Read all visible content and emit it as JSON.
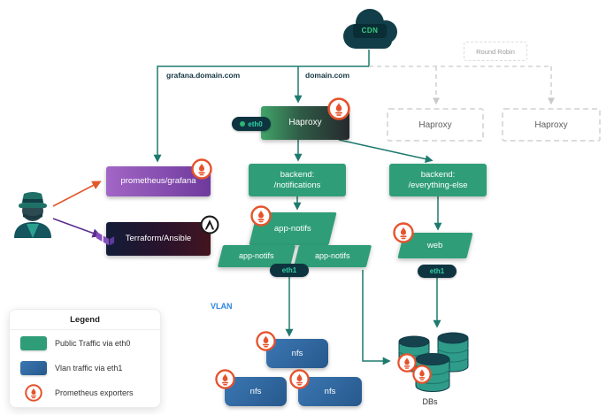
{
  "colors": {
    "public_traffic_green": "#2f9e78",
    "vlan_traffic_blue": "#2d6ca8",
    "prometheus_orange": "#e6522c",
    "arrow_teal": "#1e7a6e",
    "arrow_orange": "#e0592b",
    "arrow_purple": "#5b2d8e",
    "dashed_gray": "#c9c9c9",
    "purple_node": "#8a4fb3",
    "vlan_label_blue": "#2e86de",
    "cloud_dark_teal": "#113e48"
  },
  "cloud": {
    "label": "CDN"
  },
  "edge_labels": {
    "grafana_domain": "grafana.domain.com",
    "domain": "domain.com"
  },
  "round_robin_label": "Round Robin",
  "vlan_label": "VLAN",
  "nodes": {
    "haproxy": "Haproxy",
    "prometheus_grafana": "prometheus/grafana",
    "terraform_ansible": "Terraform/Ansible",
    "backend_notifications": "backend: /notifications",
    "backend_everything_else": "backend: /everything-else",
    "app_notifs": "app-notifs",
    "web": "web",
    "nfs": "nfs",
    "dbs_label": "DBs"
  },
  "badges": {
    "eth0": "eth0",
    "eth1": "eth1"
  },
  "icons": {
    "prometheus": "prometheus-flame-icon",
    "terraform": "terraform-logo-icon",
    "ansible": "ansible-logo-icon",
    "cdn_cloud": "cloud-icon",
    "operator": "operator-person-icon",
    "databases": "database-cylinders-icon"
  },
  "legend": {
    "title": "Legend",
    "items": [
      {
        "label": "Public Traffic via eth0"
      },
      {
        "label": "Vlan traffic via eth1"
      },
      {
        "label": "Prometheus exporters"
      }
    ]
  }
}
